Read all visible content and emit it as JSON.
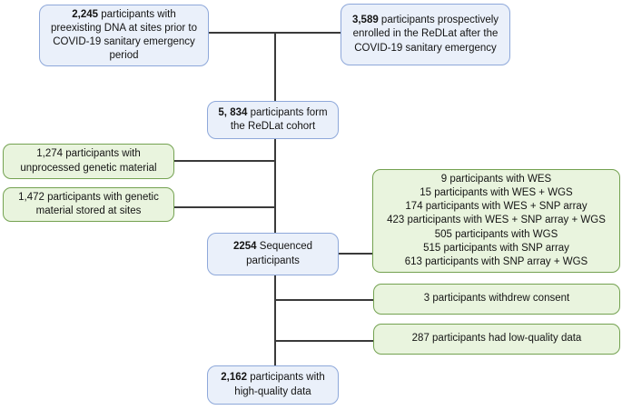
{
  "colors": {
    "blue_box_fill": "#eaf0fa",
    "blue_box_border": "#8ea8da",
    "green_box_fill": "#e9f4de",
    "green_box_border": "#74a251",
    "connector_line": "#3a3a3a",
    "text": "#141414"
  },
  "boxes": {
    "preexisting": {
      "number": "2,245",
      "rest": " participants with preexisting DNA at sites prior to COVID-19 sanitary emergency period"
    },
    "prospective": {
      "number": "3,589",
      "rest": " participants prospectively enrolled in the ReDLat after the COVID-19 sanitary emergency"
    },
    "cohort": {
      "number": "5, 834",
      "rest": " participants form the ReDLat cohort"
    },
    "unprocessed": {
      "text": "1,274 participants with unprocessed genetic material"
    },
    "stored": {
      "text": "1,472 participants with genetic material stored at sites"
    },
    "sequenced": {
      "number": "2254",
      "rest": " Sequenced participants"
    },
    "sequencing_breakdown": {
      "lines": [
        "9 participants with WES",
        "15 participants with WES + WGS",
        "174 participants with WES + SNP array",
        "423 participants with WES + SNP array + WGS",
        "505 participants with WGS",
        "515 participants with SNP array",
        "613 participants with SNP array + WGS"
      ]
    },
    "withdrew": {
      "text": "3 participants withdrew consent"
    },
    "low_quality": {
      "text": "287 participants had low-quality data"
    },
    "high_quality": {
      "number": "2,162",
      "rest": " participants with high-quality data"
    }
  }
}
